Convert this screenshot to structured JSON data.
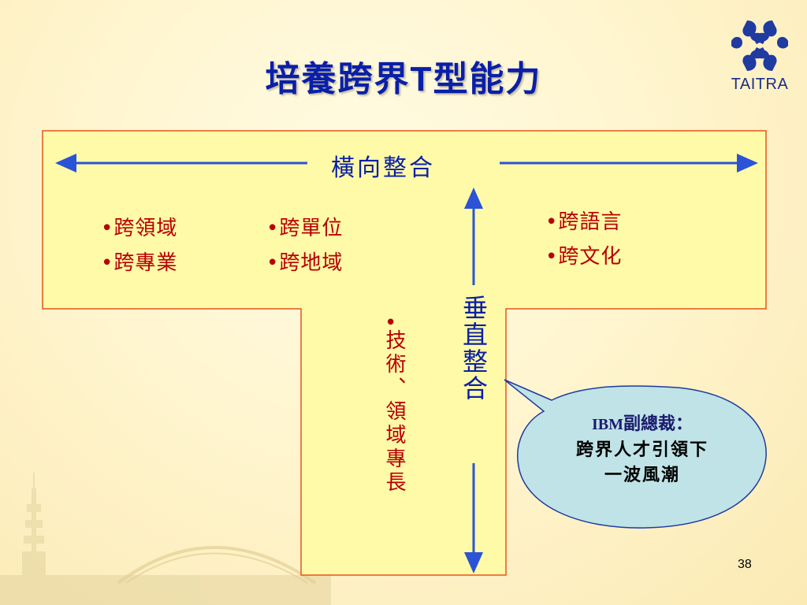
{
  "slide": {
    "title": {
      "before_t": "培養跨界",
      "t": "T",
      "after_t": "型能力"
    },
    "logo": {
      "text": "TAITRA",
      "icon": "taitra-logo-icon"
    },
    "horizontal": {
      "label": "橫向整合"
    },
    "vertical": {
      "label": "垂直整合"
    },
    "left_items": [
      "•跨領域",
      "•跨專業"
    ],
    "middle_items": [
      "•跨單位",
      "•跨地域"
    ],
    "right_items": [
      "•跨語言",
      "•跨文化"
    ],
    "vertical_item": {
      "bullet": "•",
      "text": "技術、領域專長"
    },
    "callout": {
      "prefix": "IBM",
      "line1": "副總裁：",
      "body": "跨界人才引領下一波風潮"
    },
    "page_number": "38",
    "colors": {
      "title": "#0a1fa8",
      "arrow": "#2b53d6",
      "t_fill": "#fffaa8",
      "t_border": "#e8541a",
      "red_text": "#b80000",
      "callout_fill": "#bfe3e6"
    }
  }
}
